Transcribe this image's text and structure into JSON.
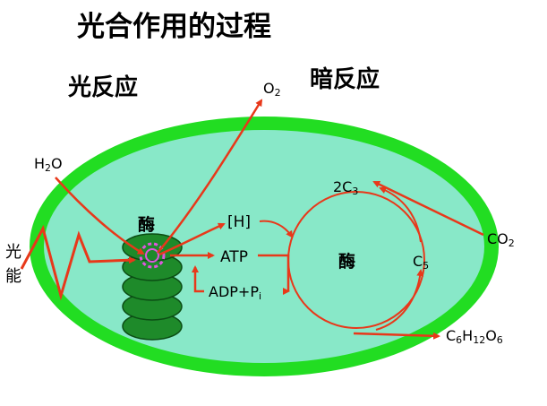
{
  "title": "光合作用的过程",
  "light_reaction": "光反应",
  "dark_reaction": "暗反应",
  "light_energy": [
    "光",
    "能"
  ],
  "enzyme_light": "酶",
  "enzyme_dark": "酶",
  "water": {
    "main": "H",
    "sub": "2",
    "tail": "O"
  },
  "oxygen": {
    "main": "O",
    "sub": "2"
  },
  "hydrogen": "[H]",
  "atp": "ATP",
  "adp_pi": {
    "main": "ADP+P",
    "sub": "i"
  },
  "c3": {
    "pre": "2C",
    "sub": "3"
  },
  "c5": {
    "main": "C",
    "sub": "5"
  },
  "co2": {
    "main": "CO",
    "sub": "2"
  },
  "glucose": {
    "c": "C",
    "c_sub": "6",
    "h": "H",
    "h_sub": "12",
    "o": "O",
    "o_sub": "6"
  },
  "colors": {
    "outer_membrane": "#22dd22",
    "stroma": "#88e8c8",
    "thylakoid": "#1e8a2a",
    "thylakoid_edge": "#0b4d14",
    "arrow": "#e8381a",
    "pigment": "#e055e0"
  }
}
